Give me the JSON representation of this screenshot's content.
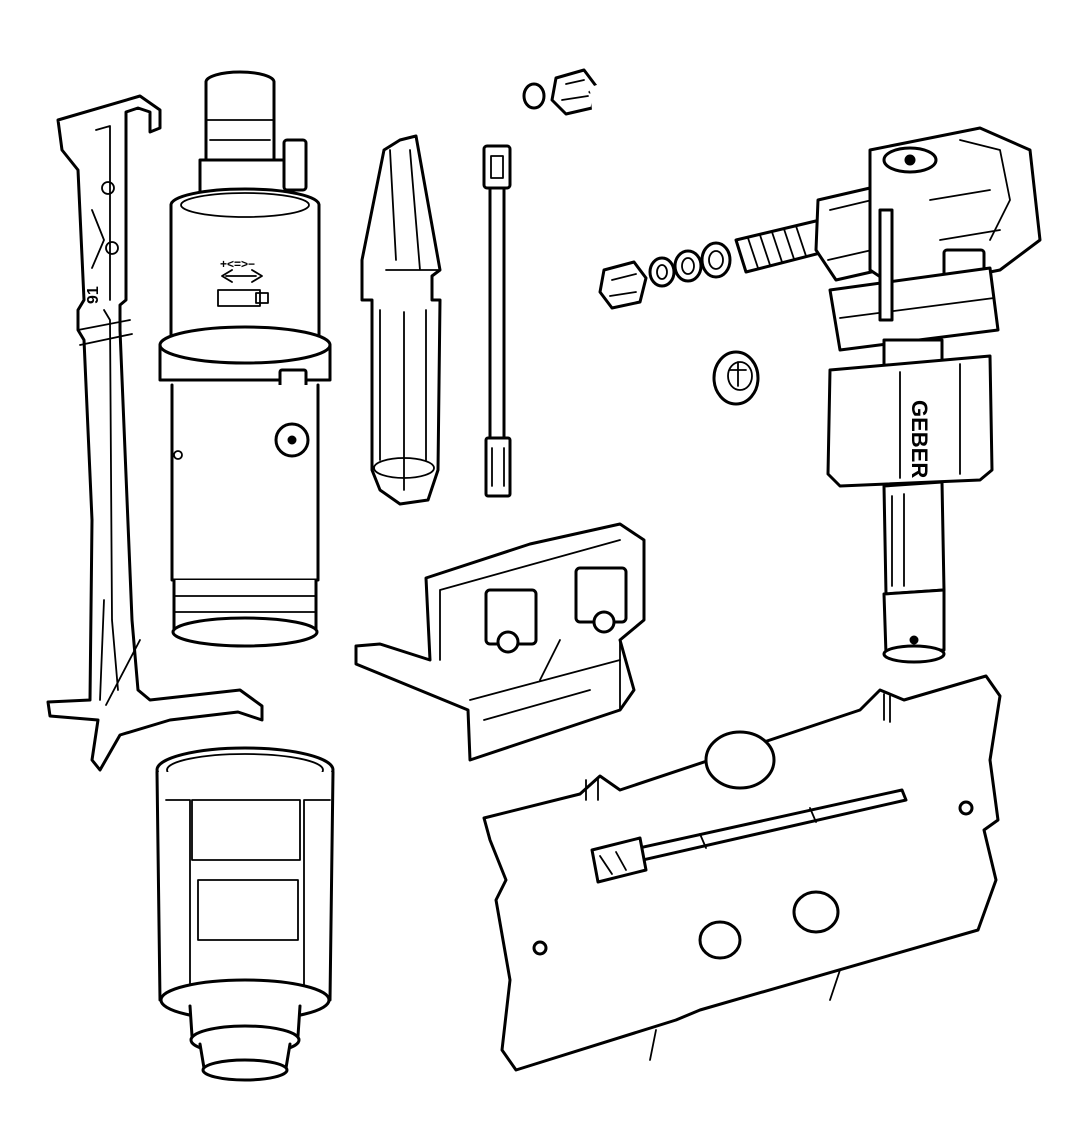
{
  "labels": {
    "stand_marking": "91",
    "brand_vertical": "GEBER",
    "arrow_symbol": "+<=>−"
  },
  "colors": {
    "line": "#000000",
    "background": "#ffffff"
  },
  "parts": [
    "support-bracket",
    "flush-valve",
    "valve-lifter",
    "actuation-rod",
    "connection-pipe",
    "gasket-set",
    "fill-valve",
    "coupling-nut",
    "actuator-housing",
    "valve-basket",
    "mounting-plate"
  ]
}
